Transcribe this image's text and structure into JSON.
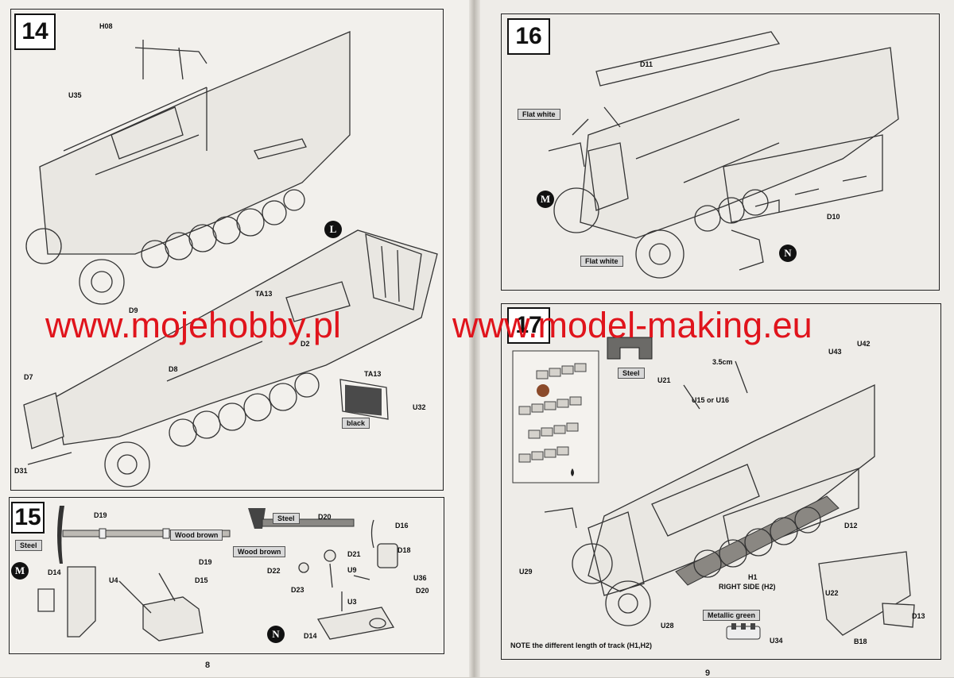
{
  "pages": {
    "left_number": "8",
    "right_number": "9"
  },
  "watermark": {
    "left": "www.mojehobby.pl",
    "right": "www.model-making.eu"
  },
  "steps": {
    "s14": {
      "number": "14",
      "labels": [
        "H08",
        "U35",
        "L",
        "TA13",
        "D9",
        "D8",
        "D7",
        "D2",
        "TA13",
        "U32",
        "black",
        "D31"
      ]
    },
    "s15": {
      "number": "15",
      "labels": [
        "D19",
        "Steel",
        "Wood brown",
        "M",
        "D14",
        "U4",
        "D19",
        "D15",
        "Steel",
        "D20",
        "Wood brown",
        "D16",
        "D18",
        "D21",
        "D22",
        "U9",
        "U36",
        "D23",
        "D20",
        "U3",
        "D14",
        "N"
      ]
    },
    "s16": {
      "number": "16",
      "labels": [
        "D11",
        "Flat white",
        "M",
        "D10",
        "Flat white",
        "N"
      ]
    },
    "s17": {
      "number": "17",
      "labels": [
        "Steel",
        "U21",
        "3.5cm",
        "U43",
        "U42",
        "U15  or  U16",
        "U29",
        "D12",
        "H1",
        "RIGHT SIDE (H2)",
        "U28",
        "U22",
        "D13",
        "Metallic green",
        "U34",
        "B18"
      ],
      "note": "NOTE  the different length of track (H1,H2)"
    }
  },
  "colors": {
    "watermark": "#e0141c",
    "paper": "#f2f0ec",
    "ink": "#333333"
  }
}
